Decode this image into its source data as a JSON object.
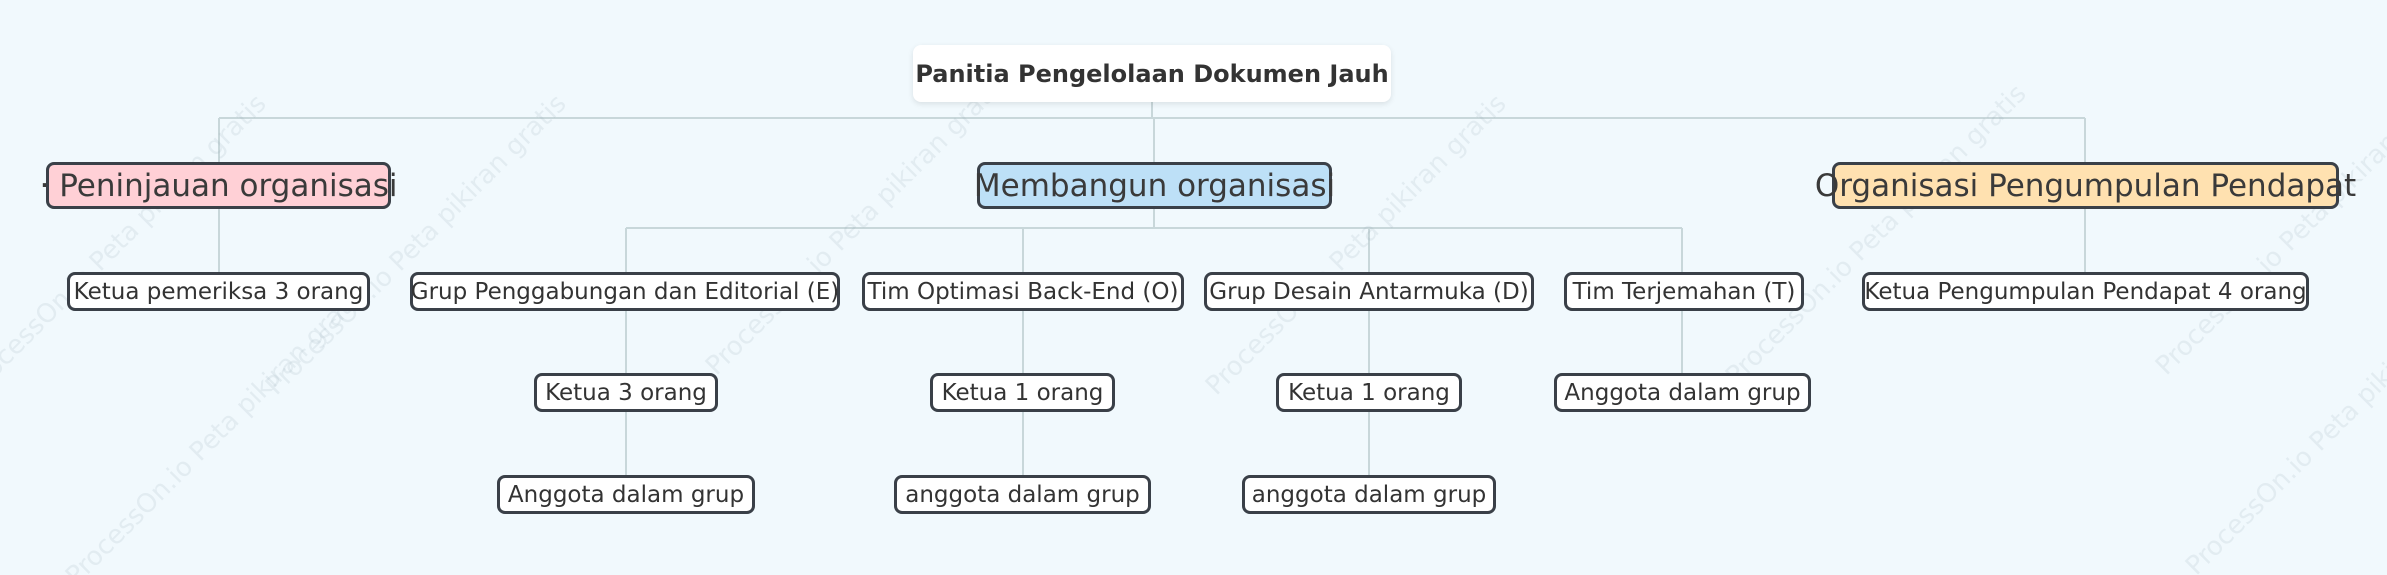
{
  "root": {
    "label": "Panitia Pengelolaan Dokumen Jauh"
  },
  "branches": [
    {
      "label": "· Peninjauan organisasi",
      "color": "#ffd0d6",
      "children": [
        {
          "label": "Ketua pemeriksa 3 orang"
        }
      ]
    },
    {
      "label": "Membangun organisasi",
      "color": "#bde0f7",
      "children": [
        {
          "label": "Grup Penggabungan dan Editorial (E)",
          "children": [
            "Ketua 3 orang",
            "Anggota dalam grup"
          ]
        },
        {
          "label": "Tim Optimasi Back-End (O)",
          "children": [
            "Ketua 1 orang",
            "anggota dalam grup"
          ]
        },
        {
          "label": "Grup Desain Antarmuka (D)",
          "children": [
            "Ketua 1 orang",
            "anggota dalam grup"
          ]
        },
        {
          "label": "Tim Terjemahan (T)",
          "children": [
            "Anggota dalam grup"
          ]
        }
      ]
    },
    {
      "label": "Organisasi Pengumpulan Pendapat",
      "color": "#ffe1b0",
      "children": [
        {
          "label": "Ketua Pengumpulan Pendapat 4 orang"
        }
      ]
    }
  ],
  "watermark": "ProcessOn.io Peta pikiran gratis",
  "colors": {
    "background": "#f1f9fd",
    "line": "#c8d7da",
    "border": "#3a4048"
  }
}
